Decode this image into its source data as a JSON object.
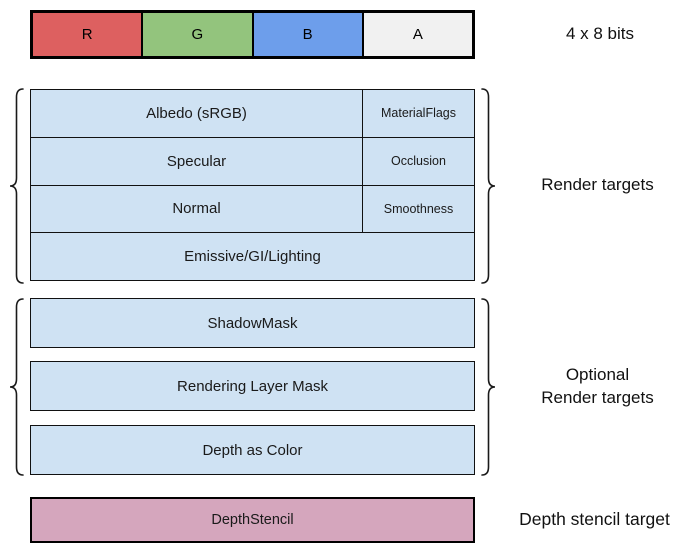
{
  "top_bar": {
    "cells": [
      {
        "label": "R",
        "color": "#dd6060"
      },
      {
        "label": "G",
        "color": "#93c47d"
      },
      {
        "label": "B",
        "color": "#6d9eeb"
      },
      {
        "label": "A",
        "color": "#f1f1f1"
      }
    ],
    "caption": "4 x 8 bits"
  },
  "render_targets": {
    "label": "Render targets",
    "cell_color": "#cfe2f3",
    "rows": [
      {
        "main": "Albedo (sRGB)",
        "aux": "MaterialFlags"
      },
      {
        "main": "Specular",
        "aux": "Occlusion"
      },
      {
        "main": "Normal",
        "aux": "Smoothness"
      },
      {
        "main": "Emissive/GI/Lighting",
        "aux": ""
      }
    ]
  },
  "optional_targets": {
    "label_line1": "Optional",
    "label_line2": "Render targets",
    "cell_color": "#cfe2f3",
    "rows": [
      "ShadowMask",
      "Rendering Layer Mask",
      "Depth as Color"
    ]
  },
  "depth_stencil": {
    "box_label": "DepthStencil",
    "caption": "Depth stencil target",
    "color": "#d5a6bd"
  }
}
